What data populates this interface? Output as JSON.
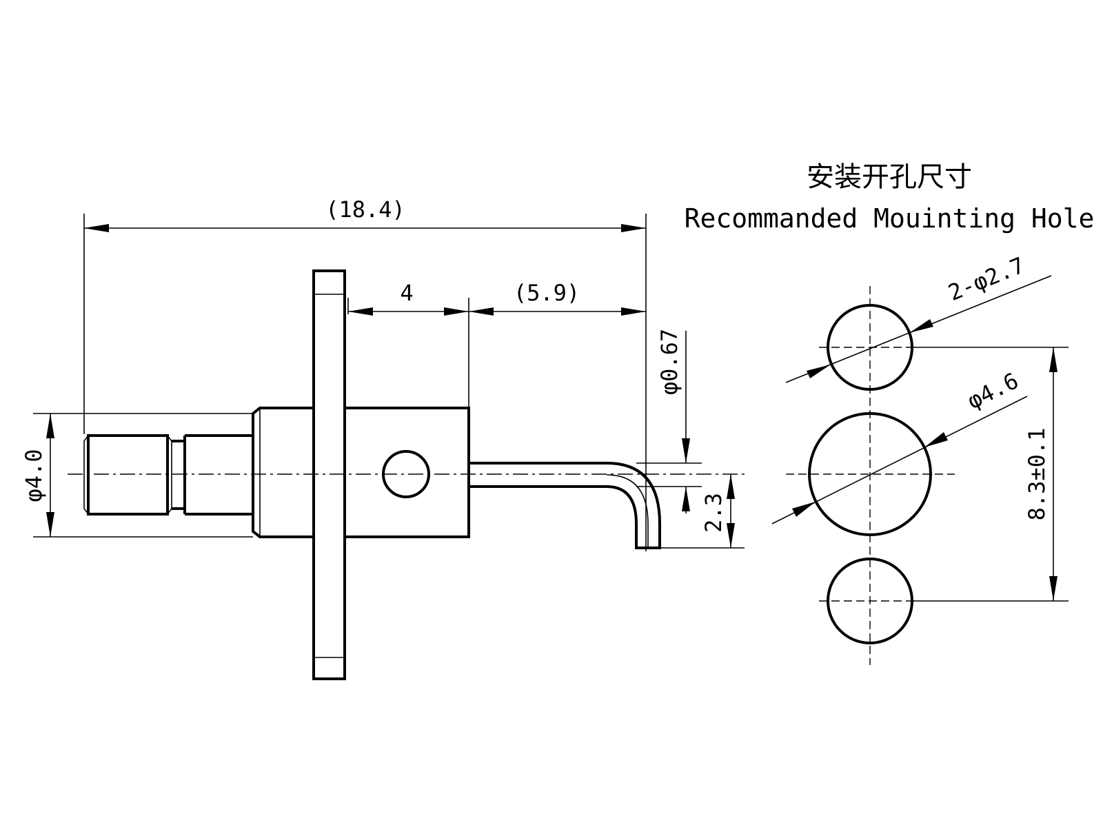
{
  "drawing": {
    "title_cn": "安装开孔尺寸",
    "title_en": "Recommanded Mouinting Hole",
    "dims": {
      "overall_length": "(18.4)",
      "body_length": "4",
      "pin_length": "(5.9)",
      "body_diameter": "φ4.0",
      "pin_diameter": "φ0.67",
      "pin_offset": "2.3",
      "small_holes": "2-φ2.7",
      "large_hole": "φ4.6",
      "hole_spacing": "8.3±0.1"
    }
  }
}
